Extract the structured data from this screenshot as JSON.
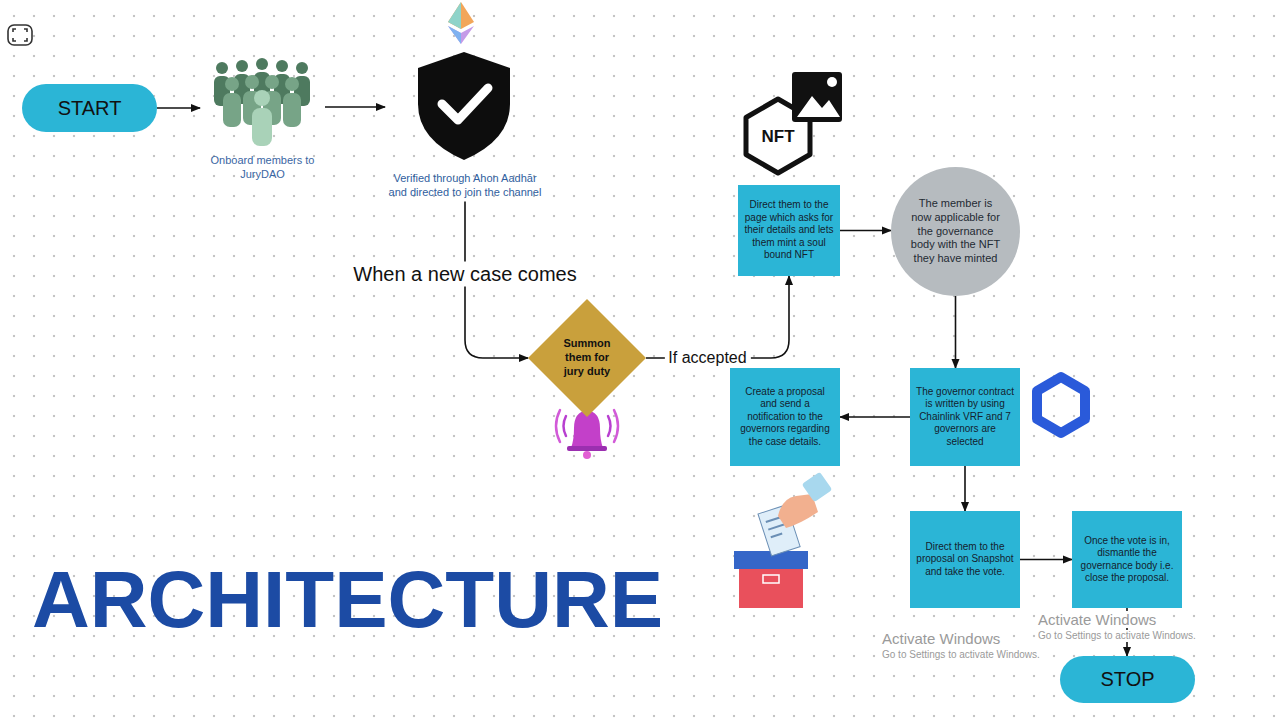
{
  "diagram": {
    "title": "ARCHITECTURE",
    "nodes": [
      {
        "text": [
          "START"
        ]
      },
      {
        "text": [
          "Onboard members to JuryDAO"
        ]
      },
      {
        "text": [
          "Verified through Ahon Aadhār and directed to join the channel"
        ]
      },
      {
        "text": [
          "Summon them for jury duty"
        ]
      },
      {
        "text": [
          "Direct them to the page which asks for their details and lets them mint a soul bound NFT"
        ]
      },
      {
        "text": [
          "The member is now applicable for the governance body with the NFT they have minted"
        ]
      },
      {
        "text": [
          "The governor contract is written by using Chainlink VRF and 7 governors are selected"
        ]
      },
      {
        "text": [
          "Create a proposal and send a notification to the governors regarding the case details."
        ]
      },
      {
        "text": [
          "Direct them to the proposal on Snapshot and take the vote."
        ]
      },
      {
        "text": [
          "Once the vote is in, dismantle the governance body i.e. close the proposal."
        ]
      },
      {
        "text": [
          "STOP"
        ]
      }
    ],
    "edges": [
      {
        "from": 0,
        "to": 1,
        "arrow": "to"
      },
      {
        "from": 1,
        "to": 2,
        "arrow": "to"
      },
      {
        "from": 2,
        "to": 3,
        "label": "When a new case comes",
        "arrow": "to"
      },
      {
        "from": 3,
        "to": 4,
        "label": "If accepted",
        "arrow": "to"
      },
      {
        "from": 4,
        "to": 5,
        "arrow": "to"
      },
      {
        "from": 5,
        "to": 6,
        "arrow": "to"
      },
      {
        "from": 6,
        "to": 7,
        "arrow": "to"
      },
      {
        "from": 6,
        "to": 8,
        "arrow": "to"
      },
      {
        "from": 8,
        "to": 9,
        "arrow": "to"
      },
      {
        "from": 9,
        "to": 10,
        "arrow": "to"
      }
    ],
    "labels": [
      "NFT",
      "Activate Windows",
      "Go to Settings to activate Windows.",
      "Activate Windows",
      "Go to Settings to activate Windows."
    ]
  }
}
